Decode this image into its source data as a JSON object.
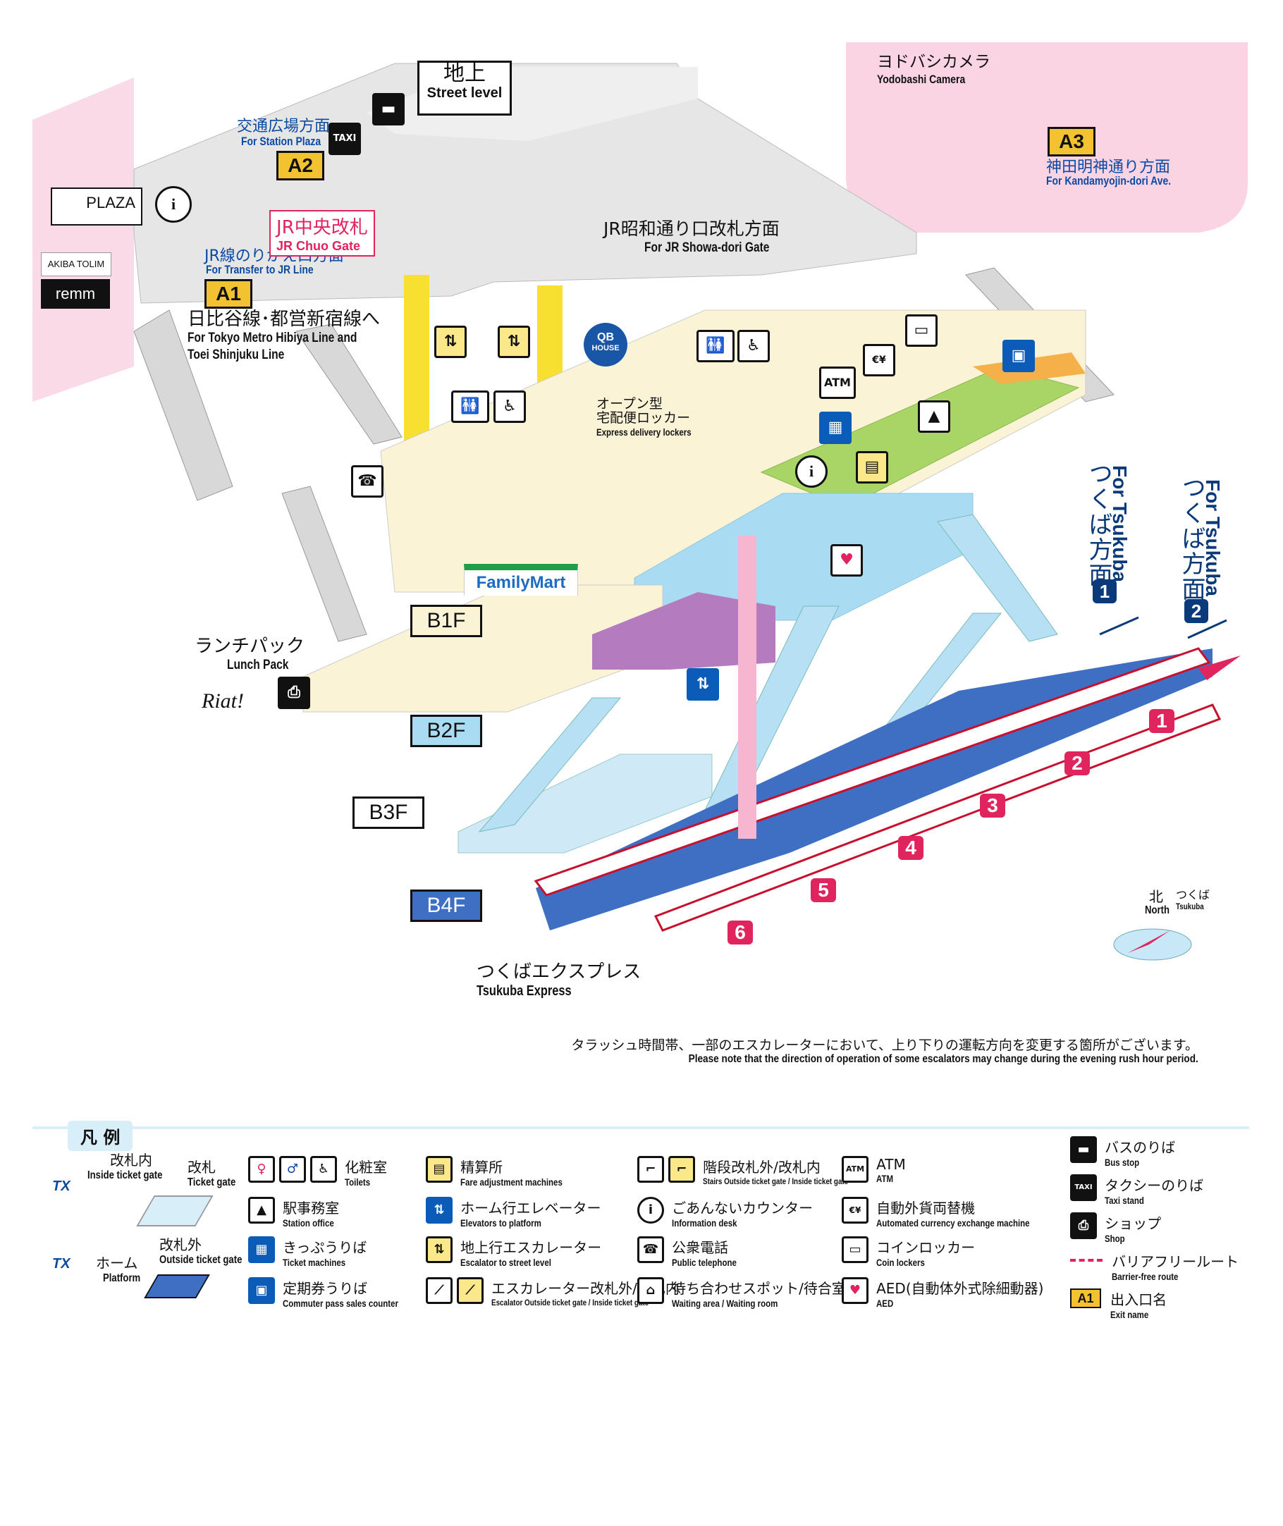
{
  "floors": {
    "ground_jp": "地上",
    "ground_en": "Street level",
    "b1": "B1F",
    "b2": "B2F",
    "b3": "B3F",
    "b4": "B4F"
  },
  "exits": {
    "a1": "A1",
    "a2": "A2",
    "a3": "A3",
    "a2_dest_jp": "交通広場方面",
    "a2_dest_en": "For Station Plaza",
    "a1_dest_jp": "JR線のりかえ口方面",
    "a1_dest_en": "For Transfer to JR Line",
    "a3_dest_jp": "神田明神通り方面",
    "a3_dest_en": "For Kandamyojin-dori Ave."
  },
  "places": {
    "yodobashi_jp": "ヨドバシカメラ",
    "yodobashi_en": "Yodobashi Camera",
    "jr_chuo_jp": "JR中央改札",
    "jr_chuo_en": "JR Chuo Gate",
    "jr_showa_jp": "JR昭和通り口改札方面",
    "jr_showa_en": "For JR Showa-dori Gate",
    "hibiya_jp": "日比谷線･都営新宿線へ",
    "hibiya_en1": "For Tokyo Metro Hibiya Line and",
    "hibiya_en2": "Toei Shinjuku Line",
    "lockers_jp1": "オープン型",
    "lockers_jp2": "宅配便ロッカー",
    "lockers_en": "Express delivery lockers",
    "familymart": "FamilyMart",
    "lunch_jp": "ランチパック",
    "lunch_en": "Lunch Pack",
    "riat": "Riat!",
    "tsukuba_ex_jp": "つくばエクスプレス",
    "tsukuba_ex_en": "Tsukuba Express",
    "north_jp": "北",
    "north_en": "North",
    "tsukuba_small_jp": "つくば",
    "tsukuba_small_en": "Tsukuba",
    "qb1": "QB",
    "qb2": "HOUSE",
    "tx_plaza": "PLAZA",
    "akiba": "AKIBA TOLIM",
    "remm": "remm"
  },
  "directions": {
    "jp": "つくば方面",
    "en": "For Tsukuba",
    "one": "1",
    "two": "2"
  },
  "platforms": [
    "1",
    "2",
    "3",
    "4",
    "5",
    "6"
  ],
  "icons": {
    "info": "i",
    "atm": "ATM",
    "taxi": "TAXI",
    "phone": "☎",
    "aed": "♥",
    "toilet": "🚻",
    "wheel": "♿"
  },
  "note": {
    "jp": "タラッシュ時間帯、一部のエスカレーターにおいて、上り下りの運転方向を変更する箇所がございます。",
    "en": "Please note that the direction of operation of some escalators may change during the evening rush hour period."
  },
  "legend": {
    "title": "凡 例",
    "tx": "TX",
    "inside_jp": "改札内",
    "inside_en": "Inside ticket gate",
    "gate_jp": "改札",
    "gate_en": "Ticket gate",
    "outside_jp": "改札外",
    "outside_en": "Outside ticket gate",
    "platform_jp": "ホーム",
    "platform_en": "Platform",
    "toilets_jp": "化粧室",
    "toilets_en": "Toilets",
    "office_jp": "駅事務室",
    "office_en": "Station office",
    "tickets_jp": "きっぷうりば",
    "tickets_en": "Ticket machines",
    "commuter_jp": "定期券うりば",
    "commuter_en": "Commuter pass sales counter",
    "fare_jp": "精算所",
    "fare_en": "Fare adjustment machines",
    "elev_jp": "ホーム行エレベーター",
    "elev_en": "Elevators to platform",
    "escst_jp": "地上行エスカレーター",
    "escst_en": "Escalator to street level",
    "escgate_jp": "エスカレーター改札外/改札内",
    "escgate_en": "Escalator Outside ticket gate / Inside ticket gate",
    "stairs_jp": "階段改札外/改札内",
    "stairs_en": "Stairs Outside ticket gate / Inside ticket gate",
    "infodesk_jp": "ごあんないカウンター",
    "infodesk_en": "Information desk",
    "phone_jp": "公衆電話",
    "phone_en": "Public telephone",
    "waiting_jp": "待ち合わせスポット/待合室",
    "waiting_en": "Waiting area / Waiting room",
    "atm_jp": "ATM",
    "atm_en": "ATM",
    "currency_jp": "自動外貨両替機",
    "currency_en": "Automated currency exchange machine",
    "locker_jp": "コインロッカー",
    "locker_en": "Coin lockers",
    "aed_jp": "AED(自動体外式除細動器)",
    "aed_en": "AED",
    "bus_jp": "バスのりば",
    "bus_en": "Bus stop",
    "taxi_jp": "タクシーのりば",
    "taxi_en": "Taxi stand",
    "shop_jp": "ショップ",
    "shop_en": "Shop",
    "bfree_jp": "バリアフリールート",
    "bfree_en": "Barrier-free route",
    "exitname_jp": "出入口名",
    "exitname_en": "Exit name"
  }
}
